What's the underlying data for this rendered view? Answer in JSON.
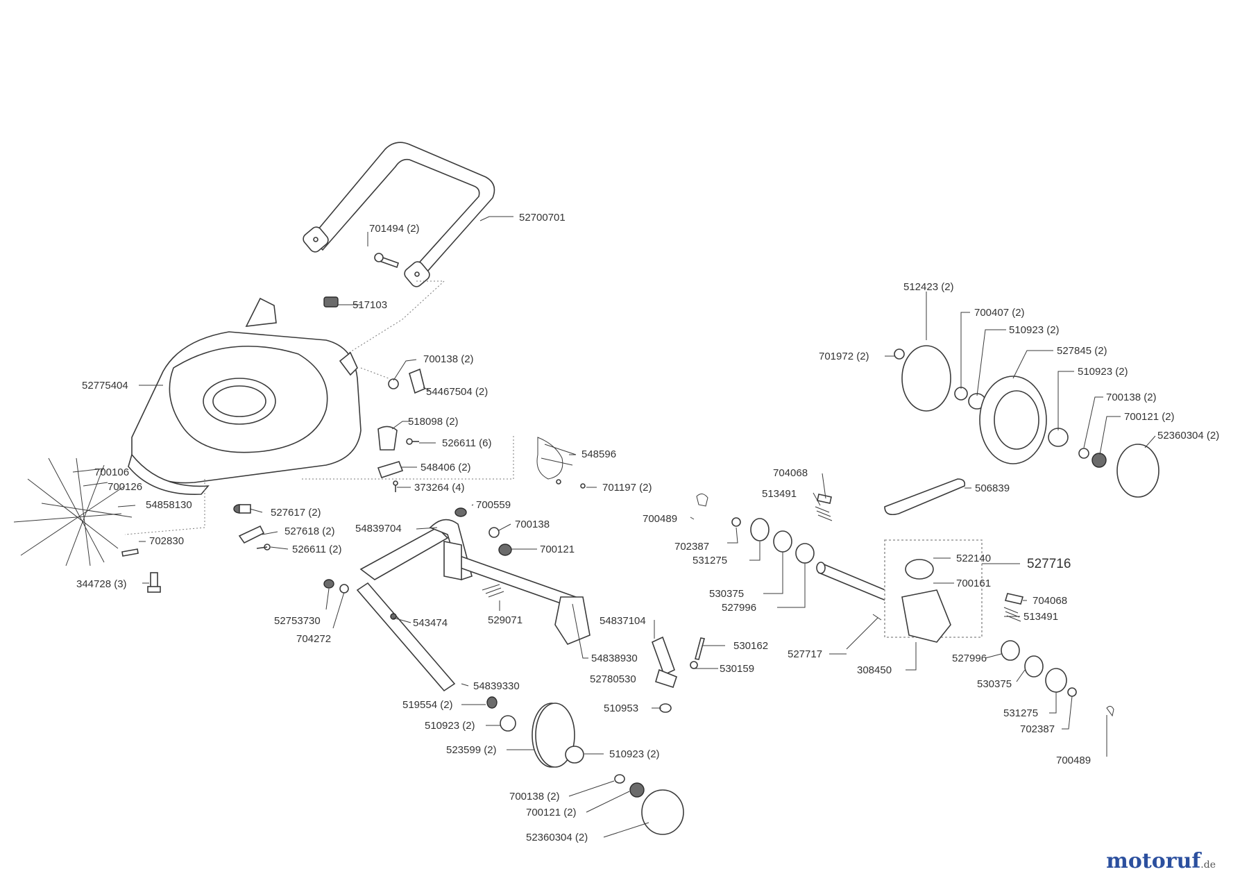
{
  "watermark": {
    "brand": "motoruf",
    "tld": ".de",
    "brand_color": "#2b4f9e"
  },
  "parts": [
    {
      "label": "52700701"
    },
    {
      "label": "701494 (2)"
    },
    {
      "label": "517103"
    },
    {
      "label": "52775404"
    },
    {
      "label": "700138 (2)"
    },
    {
      "label": "54467504 (2)"
    },
    {
      "label": "518098 (2)"
    },
    {
      "label": "526611 (6)"
    },
    {
      "label": "548406 (2)"
    },
    {
      "label": "373264 (4)"
    },
    {
      "label": "548596"
    },
    {
      "label": "701197 (2)"
    },
    {
      "label": "700106"
    },
    {
      "label": "700126"
    },
    {
      "label": "54858130"
    },
    {
      "label": "702830"
    },
    {
      "label": "344728 (3)"
    },
    {
      "label": "527617 (2)"
    },
    {
      "label": "527618 (2)"
    },
    {
      "label": "526611 (2)"
    },
    {
      "label": "700559"
    },
    {
      "label": "54839704"
    },
    {
      "label": "700138"
    },
    {
      "label": "700121"
    },
    {
      "label": "52753730"
    },
    {
      "label": "704272"
    },
    {
      "label": "543474"
    },
    {
      "label": "529071"
    },
    {
      "label": "54837104"
    },
    {
      "label": "54838930"
    },
    {
      "label": "54839330"
    },
    {
      "label": "52780530"
    },
    {
      "label": "530162"
    },
    {
      "label": "530159"
    },
    {
      "label": "510953"
    },
    {
      "label": "519554 (2)"
    },
    {
      "label": "510923 (2)"
    },
    {
      "label": "523599 (2)"
    },
    {
      "label": "510923 (2)"
    },
    {
      "label": "700138 (2)"
    },
    {
      "label": "700121 (2)"
    },
    {
      "label": "52360304 (2)"
    },
    {
      "label": "512423 (2)"
    },
    {
      "label": "700407 (2)"
    },
    {
      "label": "510923 (2)"
    },
    {
      "label": "527845 (2)"
    },
    {
      "label": "510923 (2)"
    },
    {
      "label": "701972 (2)"
    },
    {
      "label": "700138 (2)"
    },
    {
      "label": "700121 (2)"
    },
    {
      "label": "52360304 (2)"
    },
    {
      "label": "704068"
    },
    {
      "label": "513491"
    },
    {
      "label": "506839"
    },
    {
      "label": "700489"
    },
    {
      "label": "702387"
    },
    {
      "label": "531275"
    },
    {
      "label": "530375"
    },
    {
      "label": "527996"
    },
    {
      "label": "522140"
    },
    {
      "label": "527716"
    },
    {
      "label": "700161"
    },
    {
      "label": "704068"
    },
    {
      "label": "513491"
    },
    {
      "label": "527717"
    },
    {
      "label": "308450"
    },
    {
      "label": "527996"
    },
    {
      "label": "530375"
    },
    {
      "label": "531275"
    },
    {
      "label": "702387"
    },
    {
      "label": "700489"
    }
  ]
}
